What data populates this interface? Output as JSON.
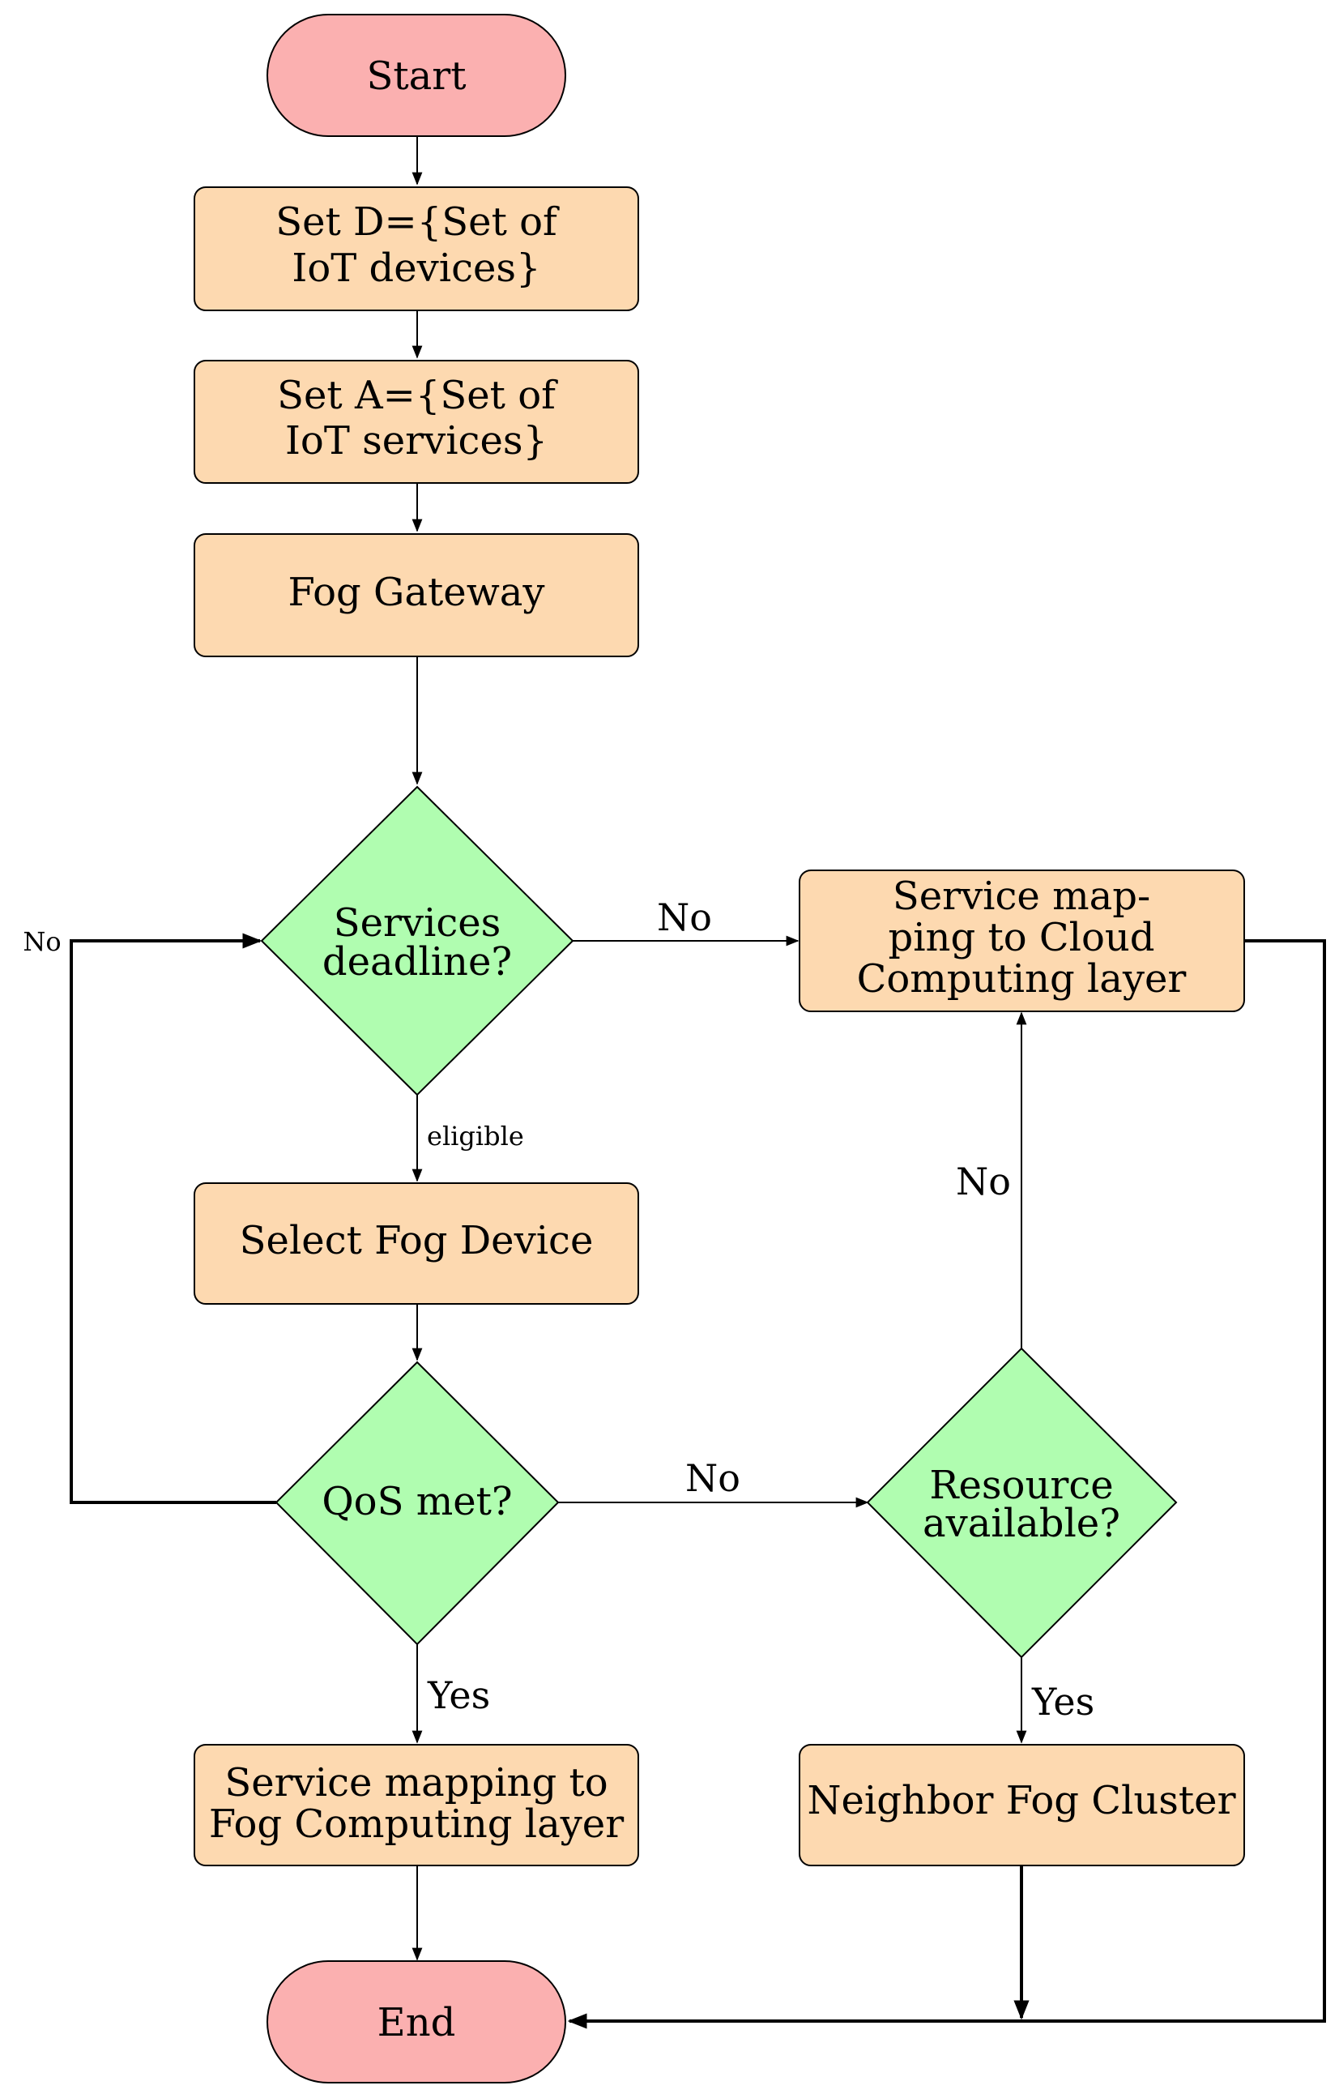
{
  "colors": {
    "terminal_fill": "#fbb0b0",
    "process_fill": "#fdd9b0",
    "decision_fill": "#b0fdb0",
    "stroke": "#000000"
  },
  "nodes": {
    "start": {
      "lines": [
        "Start"
      ]
    },
    "set_d": {
      "lines": [
        "Set D={Set of",
        "IoT devices}"
      ]
    },
    "set_a": {
      "lines": [
        "Set A={Set of",
        "IoT services}"
      ]
    },
    "fog_gateway": {
      "lines": [
        "Fog Gateway"
      ]
    },
    "services_deadline": {
      "lines": [
        "Services",
        "deadline?"
      ]
    },
    "cloud_mapping": {
      "lines": [
        "Service map-",
        "ping to Cloud",
        "Computing layer"
      ]
    },
    "select_fog": {
      "lines": [
        "Select Fog Device"
      ]
    },
    "qos_met": {
      "lines": [
        "QoS met?"
      ]
    },
    "resource_available": {
      "lines": [
        "Resource",
        "available?"
      ]
    },
    "fog_mapping": {
      "lines": [
        "Service mapping to",
        "Fog Computing layer"
      ]
    },
    "neighbor_fog": {
      "lines": [
        "Neighbor Fog Cluster"
      ]
    },
    "end": {
      "lines": [
        "End"
      ]
    }
  },
  "edge_labels": {
    "deadline_no": "No",
    "deadline_eligible": "eligible",
    "qos_no": "No",
    "qos_yes": "Yes",
    "qos_loop_no": "No",
    "resource_no": "No",
    "resource_yes": "Yes"
  }
}
